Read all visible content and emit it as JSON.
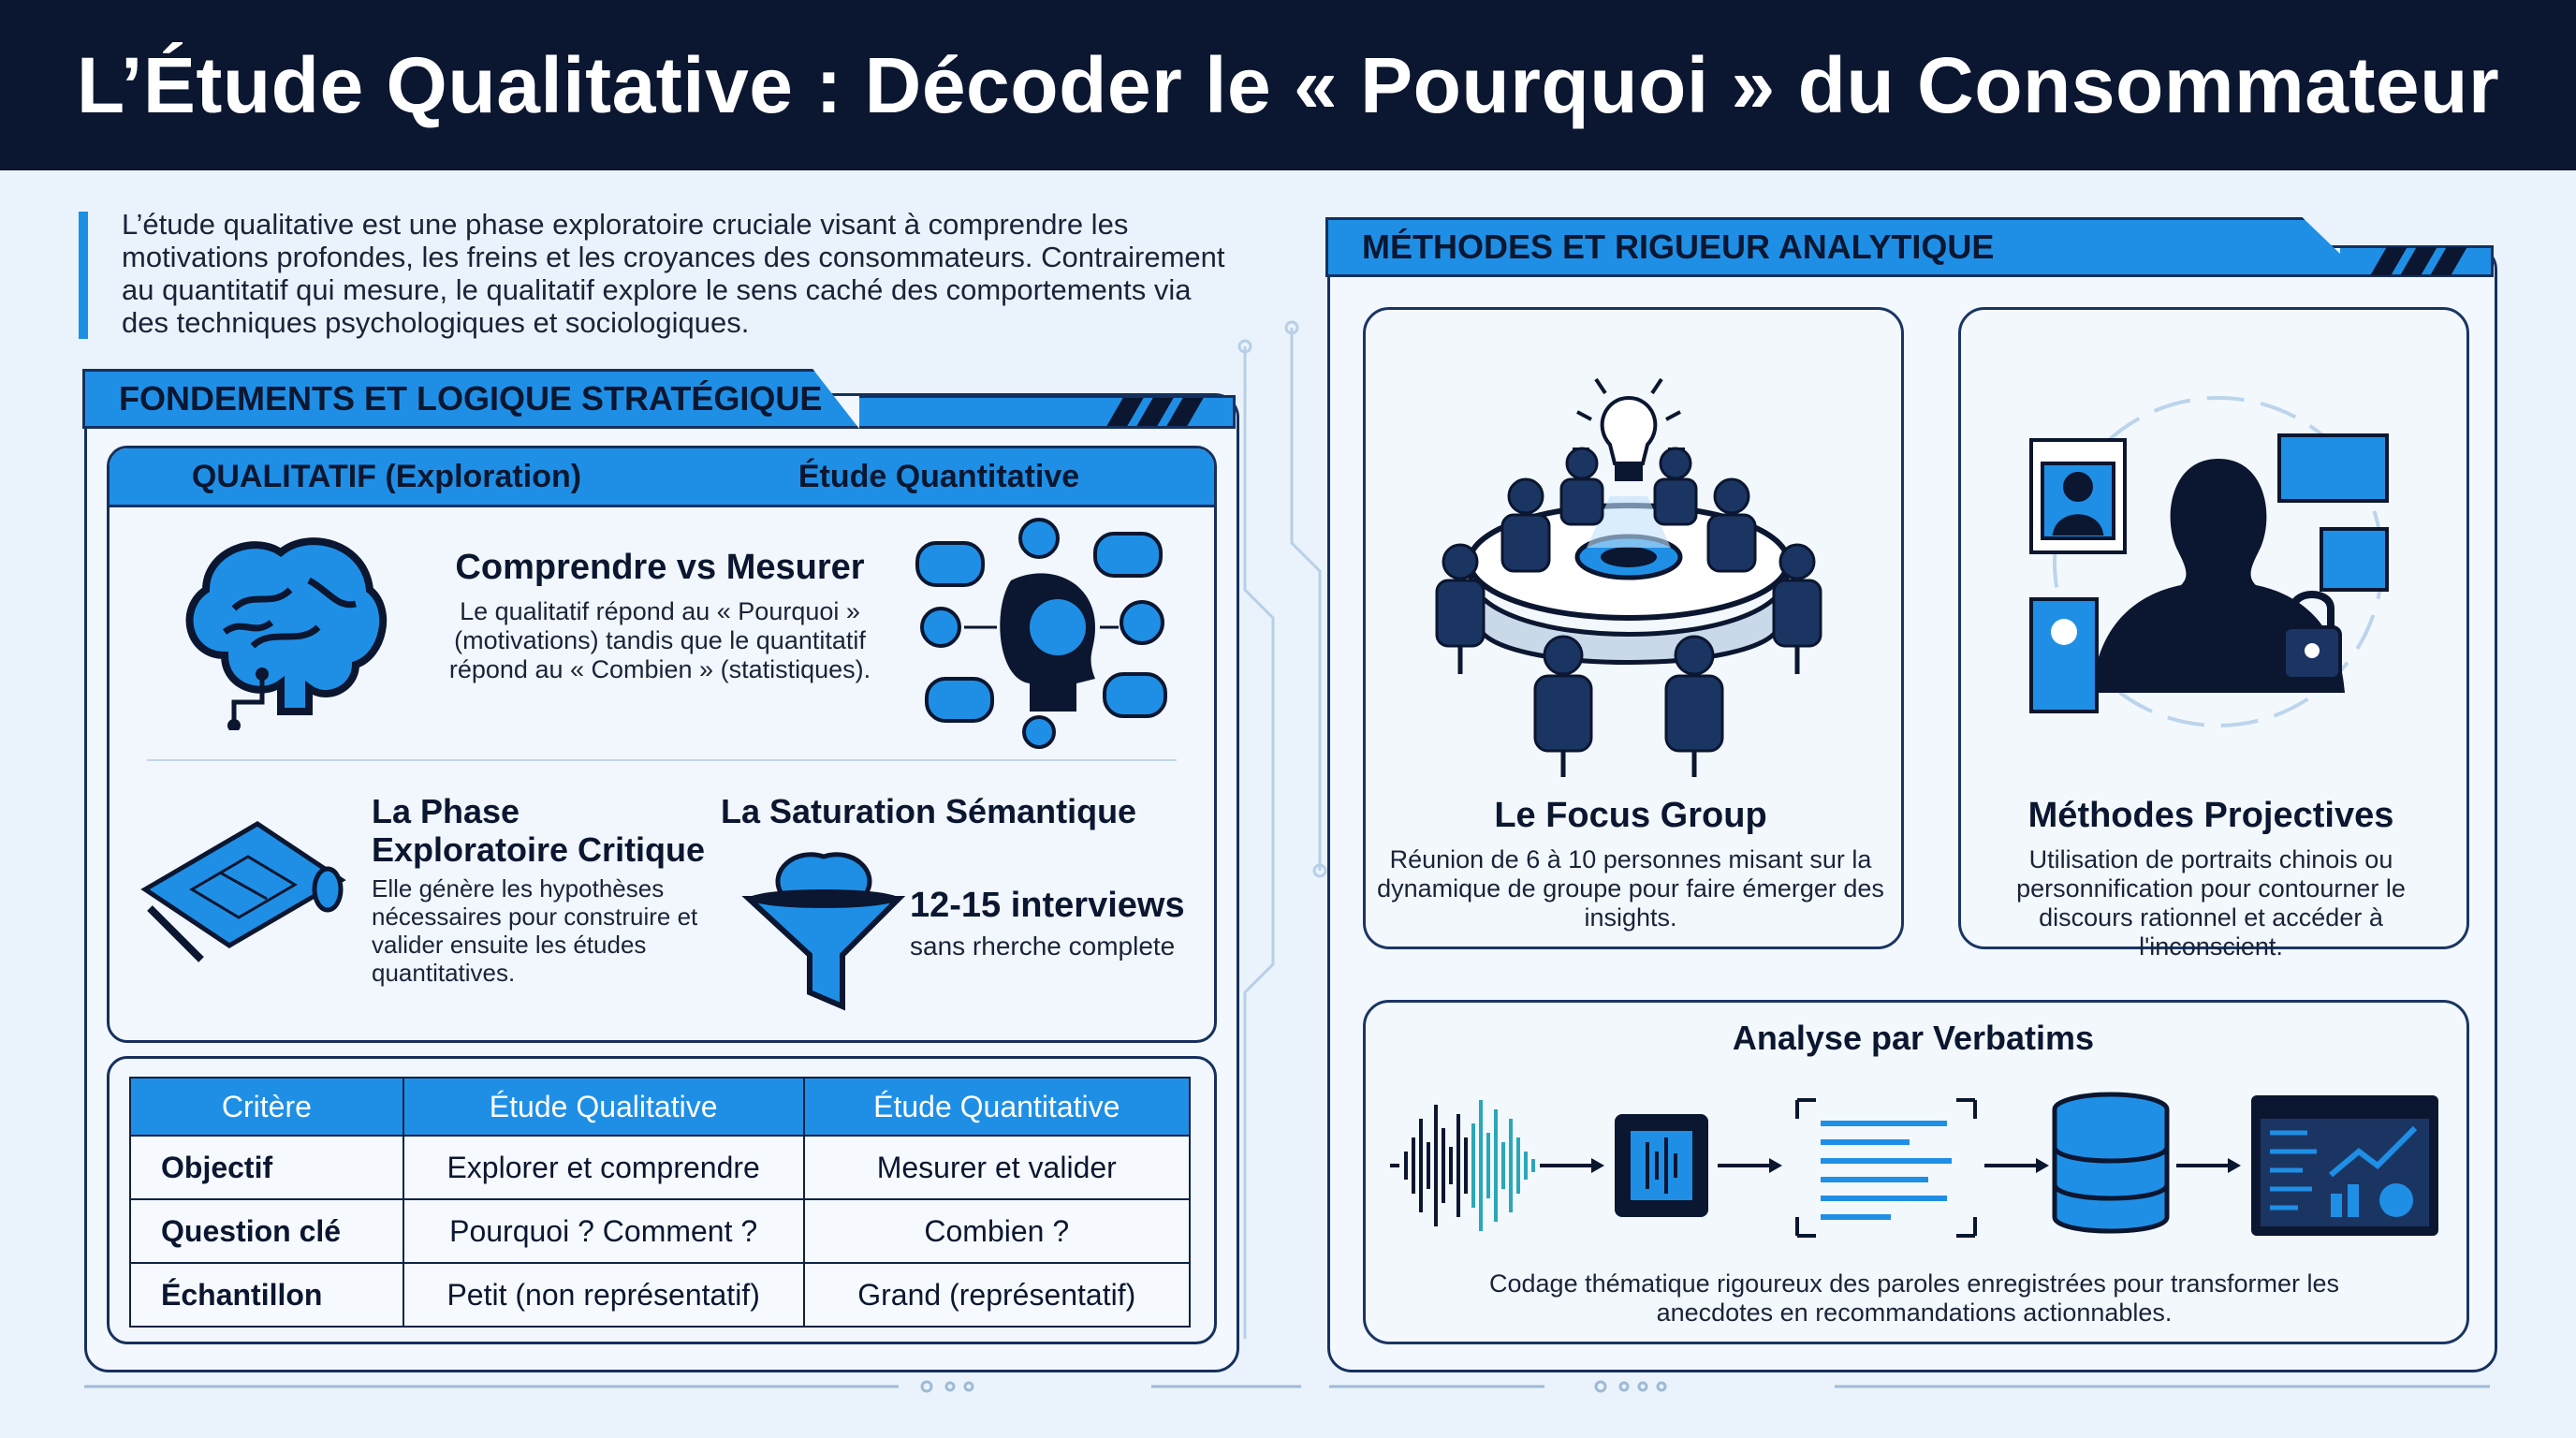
{
  "title": "L’Étude Qualitative : Décoder le « Pourquoi » du Consommateur",
  "intro": "L’étude qualitative est une phase exploratoire cruciale visant à comprendre les motivations profondes, les freins et les croyances des consommateurs. Contrairement au quantitatif qui mesure, le qualitatif explore le sens caché des comportements via des techniques psychologiques et sociologiques.",
  "left_section": {
    "header": "FONDEMENTS ET LOGIQUE STRATÉGIQUE",
    "box_headers": [
      "QUALITATIF (Exploration)",
      "Étude Quantitative"
    ],
    "comprendre": {
      "title": "Comprendre vs Mesurer",
      "desc": "Le qualitatif répond au « Pourquoi » (motivations) tandis que le quantitatif répond au « Combien » (statistiques)."
    },
    "phase": {
      "title_line1": "La Phase",
      "title_line2": "Exploratoire Critique",
      "desc": "Elle génère les hypothèses nécessaires pour construire et valider ensuite les études quantitatives."
    },
    "saturation": {
      "title": "La Saturation Sémantique",
      "count": "12-15 interviews",
      "note": "sans rherche complete"
    },
    "table": {
      "headers": [
        "Critère",
        "Étude Qualitative",
        "Étude Quantitative"
      ],
      "rows": [
        [
          "Objectif",
          "Explorer et comprendre",
          "Mesurer et valider"
        ],
        [
          "Question clé",
          "Pourquoi ? Comment ?",
          "Combien ?"
        ],
        [
          "Échantillon",
          "Petit (non représentatif)",
          "Grand (représentatif)"
        ]
      ]
    }
  },
  "right_section": {
    "header": "MÉTHODES ET RIGUEUR ANALYTIQUE",
    "focus_group": {
      "title": "Le Focus Group",
      "desc": "Réunion de 6 à 10 personnes misant sur la dynamique de groupe pour faire émerger des insights."
    },
    "projectives": {
      "title": "Méthodes Projectives",
      "desc": "Utilisation de portraits chinois ou personnification pour contourner le discours rationnel et accéder à l'inconscient."
    },
    "verbatims": {
      "title": "Analyse par Verbatims",
      "desc": "Codage thématique rigoureux des paroles enregistrées pour transformer les anecdotes en recommandations actionnables."
    }
  },
  "colors": {
    "accent": "#1f8fe6",
    "navy": "#0b1630",
    "background": "#eaf3fb"
  }
}
